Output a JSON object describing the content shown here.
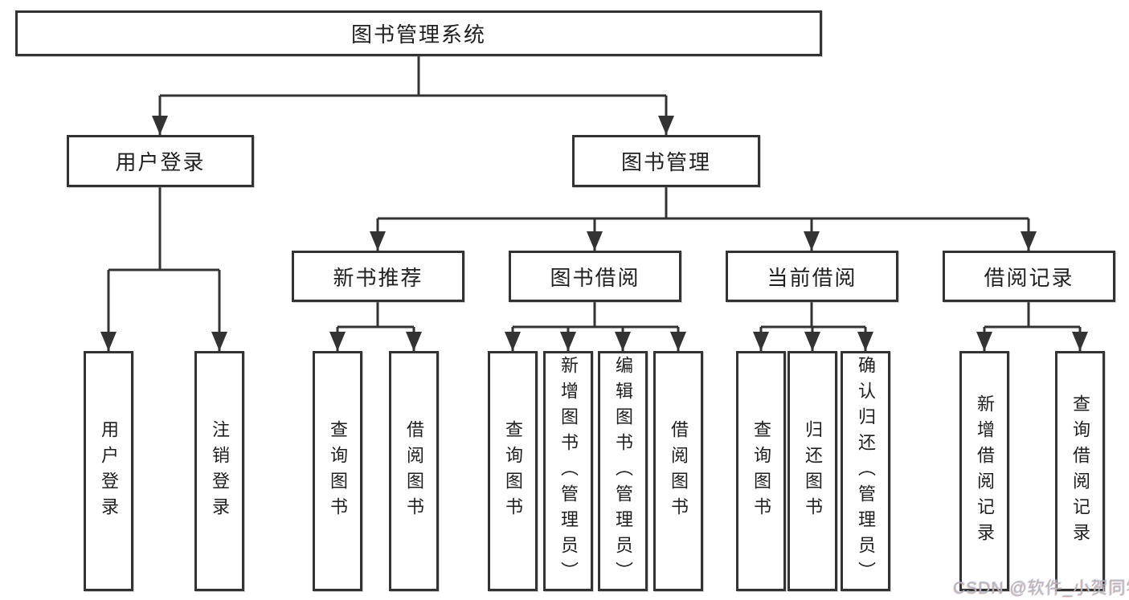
{
  "tree": {
    "root": {
      "label": "图书管理系统",
      "children": [
        {
          "label": "用户登录",
          "children": [
            {
              "label": "用户登录"
            },
            {
              "label": "注销登录"
            }
          ]
        },
        {
          "label": "图书管理",
          "children": [
            {
              "label": "新书推荐",
              "children": [
                {
                  "label": "查询图书"
                },
                {
                  "label": "借阅图书"
                }
              ]
            },
            {
              "label": "图书借阅",
              "children": [
                {
                  "label": "查询图书"
                },
                {
                  "label": "新增图书（管理员）"
                },
                {
                  "label": "编辑图书（管理员）"
                },
                {
                  "label": "借阅图书"
                }
              ]
            },
            {
              "label": "当前借阅",
              "children": [
                {
                  "label": "查询图书"
                },
                {
                  "label": "归还图书"
                },
                {
                  "label": "确认归还（管理员）"
                }
              ]
            },
            {
              "label": "借阅记录",
              "children": [
                {
                  "label": "新增借阅记录"
                },
                {
                  "label": "查询借阅记录"
                }
              ]
            }
          ]
        }
      ]
    }
  },
  "watermark": {
    "text": "CSDN @软件_小贺同学"
  },
  "colors": {
    "line": "#333333",
    "box_border": "#333333",
    "text": "#1f1f1f",
    "background": "#ffffff",
    "watermark": "#b6b6b6"
  }
}
